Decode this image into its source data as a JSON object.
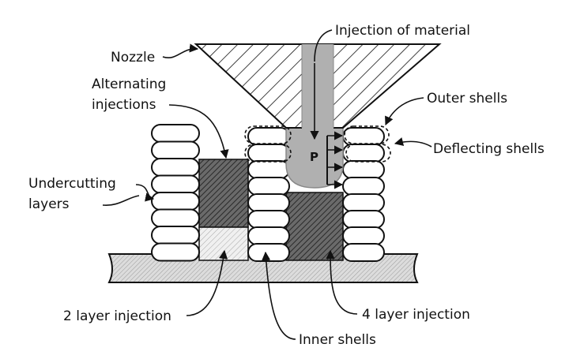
{
  "labels": {
    "nozzle": "Nozzle",
    "injection_of_material": "Injection of material",
    "alternating_injections_line1": "Alternating",
    "alternating_injections_line2": "injections",
    "outer_shells": "Outer shells",
    "deflecting_shells": "Deflecting shells",
    "undercutting_layers_line1": "Undercutting",
    "undercutting_layers_line2": "layers",
    "pressure": "P",
    "two_layer_injection": "2 layer injection",
    "four_layer_injection": "4 layer injection",
    "inner_shells": "Inner shells"
  },
  "colors": {
    "ink": "#111111",
    "injected_material": "#b0b0b0",
    "dark_fill": "#5a5a5a",
    "light_fill": "#e6e6e6",
    "base_fill": "#d4d4d4"
  }
}
